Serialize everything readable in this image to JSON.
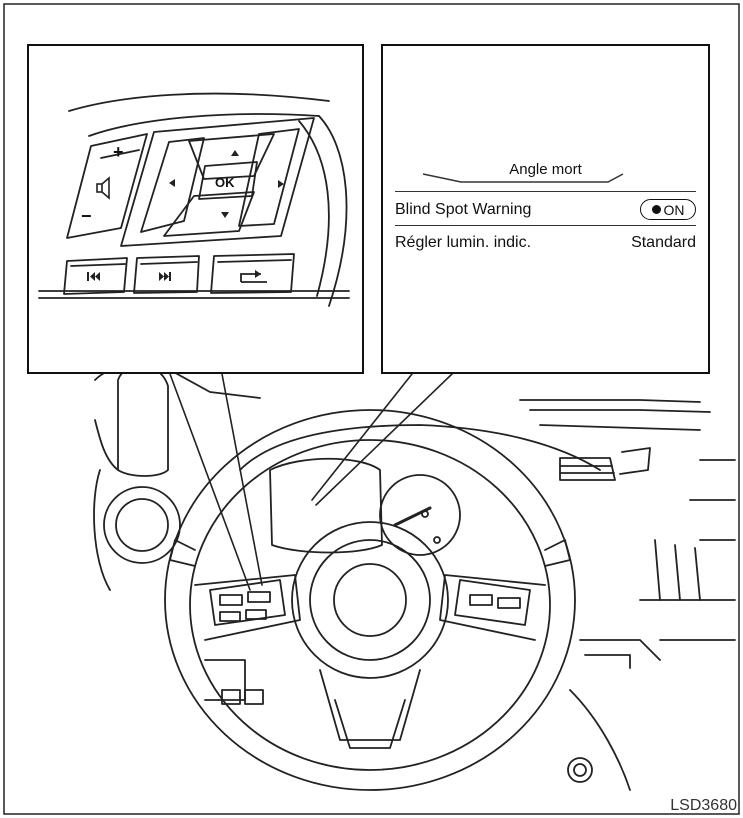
{
  "figure_code": "LSD3680",
  "controls": {
    "ok_label": "OK",
    "plus_label": "+",
    "minus_label": "−"
  },
  "display": {
    "title": "Angle mort",
    "rows": [
      {
        "label": "Blind Spot Warning",
        "value": "ON"
      },
      {
        "label": "Régler lumin. indic.",
        "value": "Standard"
      }
    ]
  }
}
